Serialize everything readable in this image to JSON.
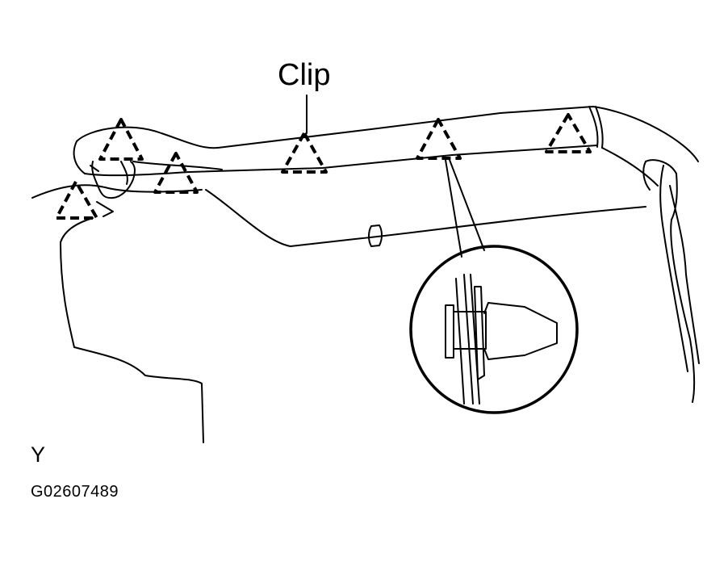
{
  "diagram": {
    "callout_label": "Clip",
    "view_letter": "Y",
    "figure_code": "G02607489",
    "clip_markers": [
      "clip-marker",
      "clip-marker",
      "clip-marker",
      "clip-marker",
      "clip-marker",
      "clip-marker"
    ],
    "detail_view": "clip-cross-section"
  }
}
